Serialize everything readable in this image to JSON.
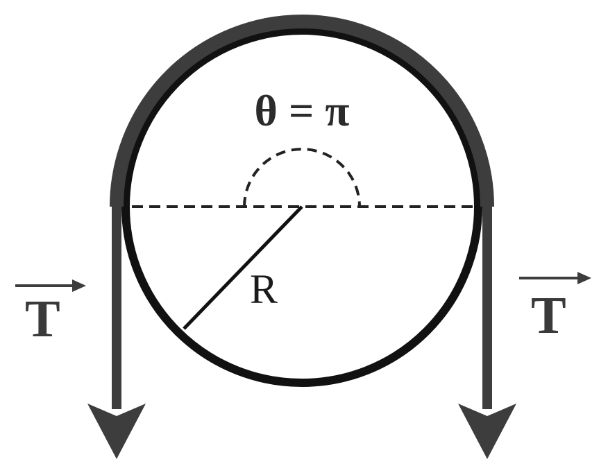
{
  "diagram": {
    "angle_label": "θ = π",
    "radius_label": "R",
    "tension_left_label": "T",
    "tension_right_label": "T",
    "colors": {
      "belt": "#3d3d3d",
      "pulley": "#111111",
      "text": "#2b2b2b",
      "background": "#ffffff"
    }
  }
}
